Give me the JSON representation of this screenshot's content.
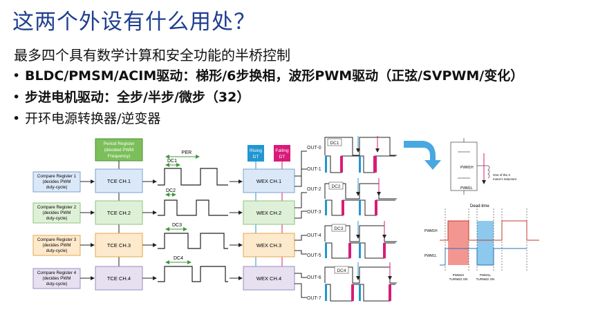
{
  "title": "这两个外设有什么用处？",
  "subtitle": "最多四个具有数学计算和安全功能的半桥控制",
  "bullets": [
    "BLDC/PMSM/ACIM驱动：梯形/6步换相，波形PWM驱动（正弦/SVPWM/变化）",
    "步进电机驱动：全步/半步/微步（32）",
    "开环电源转换器/逆变器"
  ],
  "period_register": {
    "line1": "Period Register",
    "line2": "(decided PWM",
    "line3": "Frequency)"
  },
  "compare_registers": [
    {
      "line1": "Compare Register 1",
      "line2": "(decides PWM",
      "line3": "duty-cycle)"
    },
    {
      "line1": "Compare Register 2",
      "line2": "(decides PWM",
      "line3": "duty-cycle)"
    },
    {
      "line1": "Compare Register 3",
      "line2": "(decides PWM",
      "line3": "duty-cycle)"
    },
    {
      "line1": "Compare Register 4",
      "line2": "(decides PWM",
      "line3": "duty-cycle)"
    }
  ],
  "tce_channels": [
    "TCE CH.1",
    "TCE CH.2",
    "TCE CH.3",
    "TCE CH.4"
  ],
  "wave_labels": {
    "per": "PER",
    "dc": [
      "DC1",
      "DC2",
      "DC3",
      "DC4"
    ]
  },
  "rising_dt": {
    "line1": "Rising",
    "line2": "DT"
  },
  "falling_dt": {
    "line1": "Falling",
    "line2": "DT"
  },
  "wex_channels": [
    "WEX CH.1",
    "WEX CH.2",
    "WEX CH.3",
    "WEX CH.4"
  ],
  "outputs": [
    "OUT-0",
    "OUT-1",
    "OUT-2",
    "OUT-3",
    "OUT-4",
    "OUT-5",
    "OUT-6",
    "OUT-7"
  ],
  "out_dc_labels": [
    "DC1",
    "DC2",
    "DC3",
    "DC4"
  ],
  "bridge": {
    "pwm_h": "PWM1H",
    "pwm_l": "PWM1L",
    "note_line1": "One of the 3",
    "note_line2": "motor's inductors"
  },
  "deadtime": {
    "label": "Dead-time",
    "pwm_h": "PWM1H",
    "pwm_l": "PWM1L",
    "turned_on_h": "PWM1H",
    "turned_on_h2": "TURNED ON",
    "turned_on_l": "PWM1L",
    "turned_on_l2": "TURNED ON"
  },
  "colors": {
    "title": "#1f3f8f",
    "blue_box": "#dbe8f7",
    "green_box": "#dff0d8",
    "orange_box": "#fde9cc",
    "purple_box": "#e6e0f0",
    "rising": "#2196d3",
    "falling": "#d81b7a",
    "arrow_big": "#4aa8e0"
  }
}
